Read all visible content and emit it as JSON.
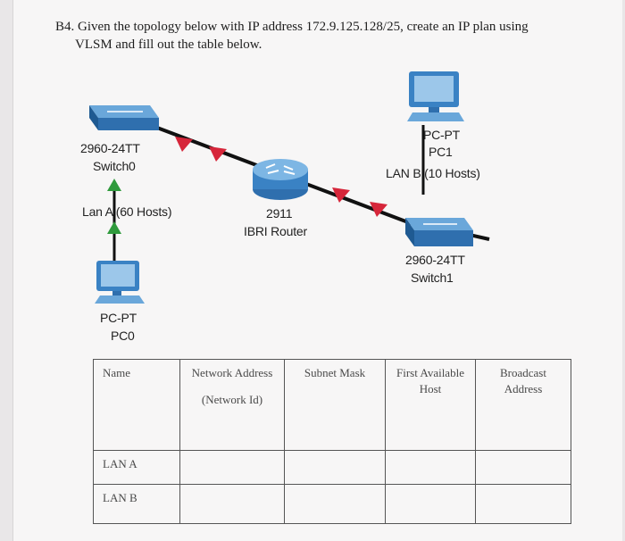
{
  "question": {
    "line1": "B4. Given the topology below with IP address 172.9.125.128/25, create an IP plan using",
    "line2": "VLSM and fill out the table below."
  },
  "topology": {
    "switch0": {
      "model": "2960-24TT",
      "name": "Switch0"
    },
    "pc0": {
      "model": "PC-PT",
      "name": "PC0"
    },
    "lan_a": "Lan A (60 Hosts)",
    "router": {
      "model": "2911",
      "name": "IBRI Router"
    },
    "pc1": {
      "model": "PC-PT",
      "name": "PC1"
    },
    "lan_b": "LAN B (10 Hosts)",
    "switch1": {
      "model": "2960-24TT",
      "name": "Switch1"
    }
  },
  "colors": {
    "link_red": "#d6263a",
    "link_green": "#2f9a3c",
    "device_blue": "#3a82c4"
  },
  "table": {
    "headers": {
      "name": "Name",
      "network_address": "Network Address",
      "network_id": "(Network Id)",
      "subnet_mask": "Subnet Mask",
      "first_host": "First Available Host",
      "broadcast": "Broadcast Address"
    },
    "rows": [
      {
        "name": "LAN A"
      },
      {
        "name": "LAN B"
      }
    ]
  }
}
